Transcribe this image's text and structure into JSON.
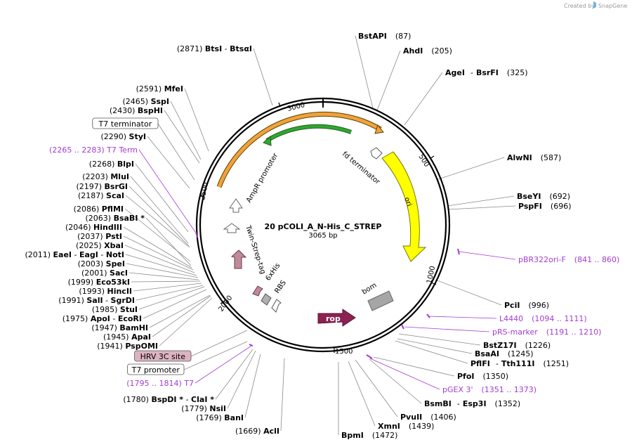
{
  "credit": {
    "prefix": "Created by",
    "brand": "SnapGene"
  },
  "plasmid": {
    "name": "20 pCOLI_A_N-His_C_STREP",
    "length_label": "3065 bp"
  },
  "ring_ticks": [
    {
      "label": "500"
    },
    {
      "label": "1000"
    },
    {
      "label": "1500"
    },
    {
      "label": "2000"
    },
    {
      "label": "2500"
    },
    {
      "label": "3000"
    }
  ],
  "features": {
    "fd_terminator": "fd terminator",
    "ori": "ori",
    "bom": "bom",
    "rop": "rop",
    "ampr_promoter": "AmpR promoter",
    "twin_strep": "Twin-Strep-tag",
    "his6": "6xHis",
    "rbs": "RBS"
  },
  "right_labels": [
    {
      "name": "BstAPI",
      "pos": "(87)"
    },
    {
      "name": "AhdI",
      "pos": "(205)"
    },
    {
      "name": "AgeI",
      "extra": "BsrFI",
      "pos": "(325)"
    },
    {
      "name": "AlwNI",
      "pos": "(587)"
    },
    {
      "name": "BseYI",
      "pos": "(692)"
    },
    {
      "name": "PspFI",
      "pos": "(696)"
    },
    {
      "name": "pBR322ori-F",
      "pos": "(841 .. 860)",
      "primer": true
    },
    {
      "name": "PciI",
      "pos": "(996)"
    },
    {
      "name": "L4440",
      "pos": "(1094 .. 1111)",
      "primer": true
    },
    {
      "name": "pRS-marker",
      "pos": "(1191 .. 1210)",
      "primer": true
    },
    {
      "name": "BstZ17I",
      "pos": "(1226)"
    },
    {
      "name": "BsaAI",
      "pos": "(1245)"
    },
    {
      "name": "PflFI",
      "extra": "Tth111I",
      "pos": "(1251)"
    },
    {
      "name": "PfoI",
      "pos": "(1350)"
    },
    {
      "name": "pGEX 3'",
      "pos": "(1351 .. 1373)",
      "primer": true
    },
    {
      "name": "BsmBI",
      "extra": "Esp3I",
      "pos": "(1352)"
    },
    {
      "name": "PvuII",
      "pos": "(1406)"
    },
    {
      "name": "XmnI",
      "pos": "(1439)"
    },
    {
      "name": "BpmI",
      "pos": "(1472)"
    }
  ],
  "left_labels": [
    {
      "pos": "(2871)",
      "name": "BtsI",
      "extra": "BtsαI"
    },
    {
      "pos": "(2591)",
      "name": "MfeI"
    },
    {
      "pos": "(2465)",
      "name": "SspI"
    },
    {
      "pos": "(2430)",
      "name": "BspHI"
    },
    {
      "box": "T7 terminator"
    },
    {
      "pos": "(2290)",
      "name": "StyI"
    },
    {
      "pos": "(2265 .. 2283)",
      "name": "T7 Term",
      "primer": true
    },
    {
      "pos": "(2268)",
      "name": "BlpI"
    },
    {
      "pos": "(2203)",
      "name": "MluI"
    },
    {
      "pos": "(2197)",
      "name": "BsrGI"
    },
    {
      "pos": "(2187)",
      "name": "ScaI"
    },
    {
      "pos": "(2086)",
      "name": "PflMI"
    },
    {
      "pos": "(2063)",
      "name": "BsaBI *"
    },
    {
      "pos": "(2046)",
      "name": "HindIII"
    },
    {
      "pos": "(2037)",
      "name": "PstI"
    },
    {
      "pos": "(2025)",
      "name": "XbaI"
    },
    {
      "pos": "(2011)",
      "name": "EaeI",
      "extra": "EagI",
      "extra2": "NotI"
    },
    {
      "pos": "(2003)",
      "name": "SpeI"
    },
    {
      "pos": "(2001)",
      "name": "SacI"
    },
    {
      "pos": "(1999)",
      "name": "Eco53kI"
    },
    {
      "pos": "(1993)",
      "name": "HincII"
    },
    {
      "pos": "(1991)",
      "name": "SalI",
      "extra": "SgrDI"
    },
    {
      "pos": "(1985)",
      "name": "StuI"
    },
    {
      "pos": "(1975)",
      "name": "ApoI",
      "extra": "EcoRI"
    },
    {
      "pos": "(1947)",
      "name": "BamHI"
    },
    {
      "pos": "(1945)",
      "name": "ApaI"
    },
    {
      "pos": "(1941)",
      "name": "PspOMI"
    },
    {
      "box": "HRV 3C site"
    },
    {
      "box": "T7 promoter"
    },
    {
      "pos": "(1795 .. 1814)",
      "name": "T7",
      "primer": true
    },
    {
      "pos": "(1780)",
      "name": "BspDI *",
      "extra": "ClaI *"
    },
    {
      "pos": "(1779)",
      "name": "NsiI"
    },
    {
      "pos": "(1769)",
      "name": "BanI"
    },
    {
      "pos": "(1669)",
      "name": "AclI"
    }
  ],
  "colors": {
    "ori": "#ffff00",
    "ampr": "#f2a23a",
    "green": "#2fa82f",
    "rop": "#8b2252",
    "bom": "#a6a6a6",
    "primer": "#a23cd2",
    "tag": "#c08a98"
  }
}
